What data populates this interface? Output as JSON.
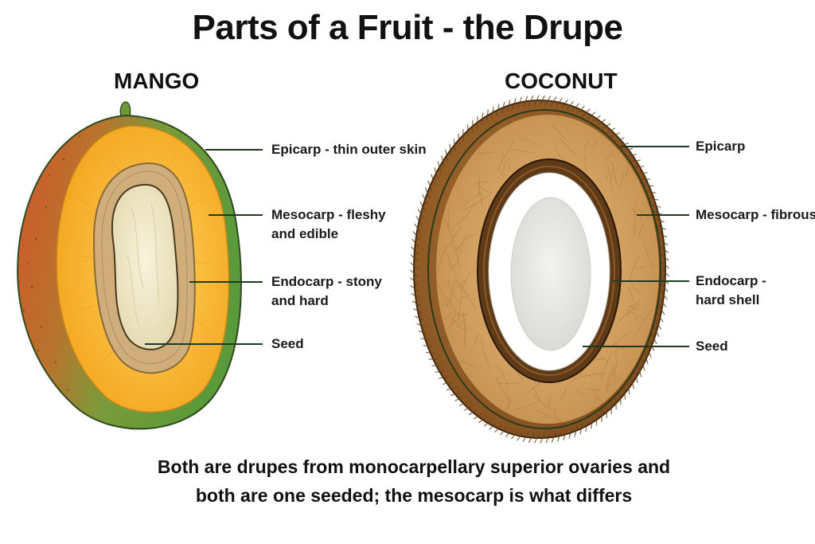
{
  "title": "Parts of a Fruit - the Drupe",
  "mango": {
    "heading": "MANGO",
    "labels": {
      "epicarp": "Epicarp - thin outer skin",
      "mesocarp_1": "Mesocarp - fleshy",
      "mesocarp_2": "and edible",
      "endocarp_1": "Endocarp - stony",
      "endocarp_2": "and hard",
      "seed": "Seed"
    }
  },
  "coconut": {
    "heading": "COCONUT",
    "labels": {
      "epicarp": "Epicarp",
      "mesocarp": "Mesocarp - fibrous",
      "endocarp_1": "Endocarp -",
      "endocarp_2": "hard shell",
      "seed": "Seed"
    }
  },
  "caption": {
    "line1": "Both are drupes from monocarpellary superior ovaries and",
    "line2": "both are one seeded; the mesocarp is what differs"
  },
  "colors": {
    "mango_skin_green": "#5a9a3a",
    "mango_skin_red": "#d2552a",
    "mango_flesh": "#f6b12a",
    "mango_endocarp": "#c9a878",
    "mango_seed": "#f1ead0",
    "coconut_husk": "#a0682c",
    "coconut_fiber": "#d9ab6e",
    "coconut_shell": "#5e3a17",
    "coconut_meat": "#ffffff",
    "coconut_water": "#e6e6e2",
    "leader_line": "#1c3a24"
  }
}
